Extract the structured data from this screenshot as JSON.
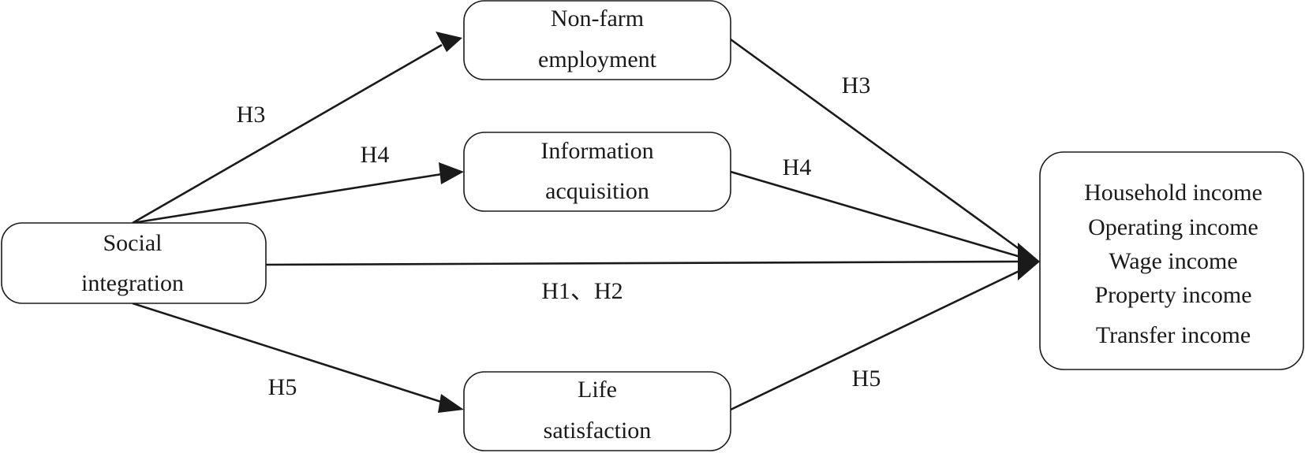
{
  "nodes": {
    "social_integration": {
      "lines": [
        "Social",
        "integration"
      ]
    },
    "non_farm_employment": {
      "lines": [
        "Non-farm",
        "employment"
      ]
    },
    "information_acquisition": {
      "lines": [
        "Information",
        "acquisition"
      ]
    },
    "life_satisfaction": {
      "lines": [
        "Life",
        "satisfaction"
      ]
    },
    "income": {
      "lines": [
        "Household income",
        "Operating income",
        "Wage income",
        "Property income",
        "Transfer income"
      ]
    }
  },
  "edge_labels": {
    "h3_in": "H3",
    "h4_in": "H4",
    "h5_in": "H5",
    "h3_out": "H3",
    "h4_out": "H4",
    "h5_out": "H5",
    "direct": "H1、H2"
  }
}
